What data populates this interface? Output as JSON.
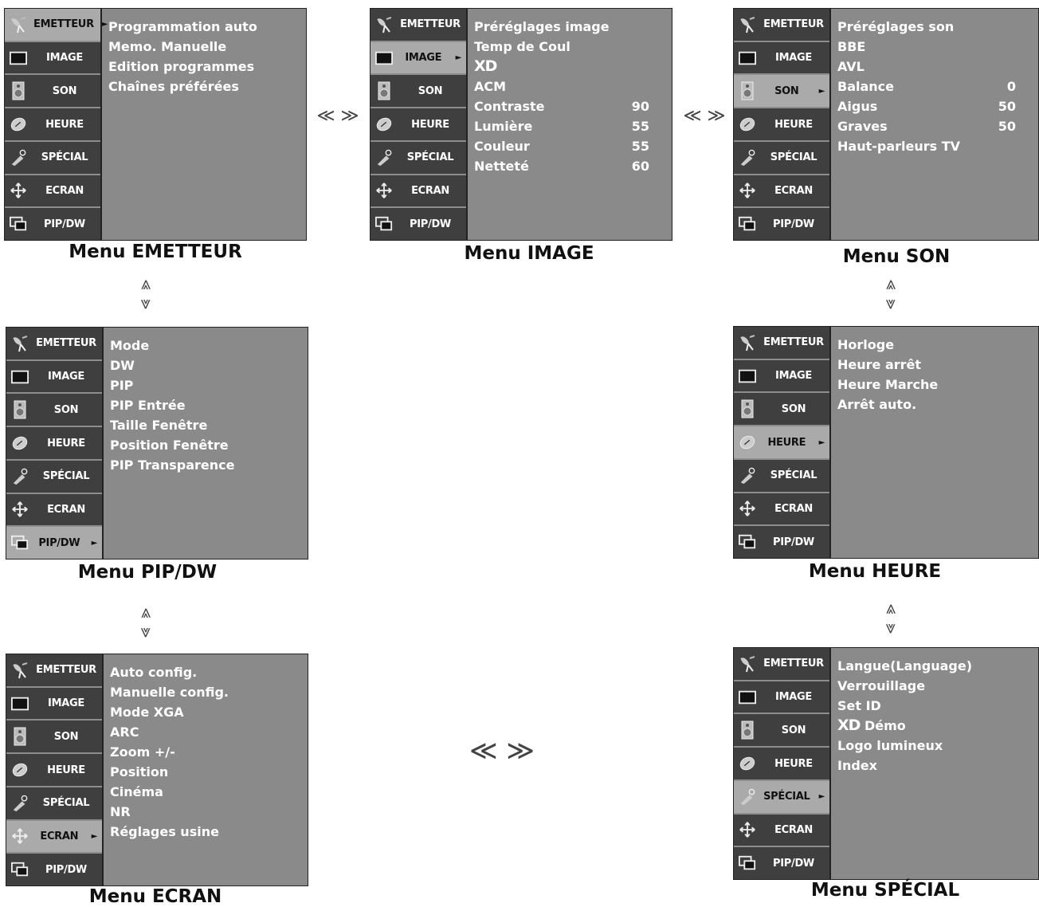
{
  "tab_labels": {
    "emetteur": "EMETTEUR",
    "image": "IMAGE",
    "son": "SON",
    "heure": "HEURE",
    "special": "SPÉCIAL",
    "ecran": "ECRAN",
    "pipdw": "PIP/DW"
  },
  "active_marker": "►",
  "menus": {
    "emetteur": {
      "caption": "Menu EMETTEUR",
      "items": [
        "Programmation auto",
        "Memo. Manuelle",
        "Edition programmes",
        "Chaînes préférées"
      ]
    },
    "image": {
      "caption": "Menu IMAGE",
      "items": [
        {
          "name": "Préréglages image",
          "value": ""
        },
        {
          "name": "Temp de Coul",
          "value": ""
        },
        {
          "name": "XD",
          "value": ""
        },
        {
          "name": "ACM",
          "value": ""
        },
        {
          "name": "Contraste",
          "value": "90"
        },
        {
          "name": "Lumière",
          "value": "55"
        },
        {
          "name": "Couleur",
          "value": "55"
        },
        {
          "name": "Netteté",
          "value": "60"
        }
      ]
    },
    "son": {
      "caption": "Menu SON",
      "items": [
        {
          "name": "Préréglages son",
          "value": ""
        },
        {
          "name": "BBE",
          "value": ""
        },
        {
          "name": "AVL",
          "value": ""
        },
        {
          "name": "Balance",
          "value": "0"
        },
        {
          "name": "Aigus",
          "value": "50"
        },
        {
          "name": "Graves",
          "value": "50"
        },
        {
          "name": "Haut-parleurs TV",
          "value": ""
        }
      ]
    },
    "pipdw": {
      "caption": "Menu PIP/DW",
      "items": [
        "Mode",
        "DW",
        "PIP",
        "PIP Entrée",
        "Taille Fenêtre",
        "Position Fenêtre",
        "PIP Transparence"
      ]
    },
    "heure": {
      "caption": "Menu HEURE",
      "items": [
        "Horloge",
        "Heure arrêt",
        "Heure Marche",
        "Arrêt auto."
      ]
    },
    "ecran": {
      "caption": "Menu ECRAN",
      "items": [
        "Auto config.",
        "Manuelle config.",
        "Mode XGA",
        "ARC",
        "Zoom +/-",
        "Position",
        "Cinéma",
        "NR",
        "Réglages usine"
      ]
    },
    "special": {
      "caption": "Menu SPÉCIAL",
      "items": [
        "Langue(Language)",
        "Verrouillage",
        "Set ID",
        "XD Démo",
        "Logo lumineux",
        "Index"
      ]
    }
  },
  "nav_symbols": {
    "horizontal": "≪ ≫",
    "up": "⩓",
    "down": "⩔"
  }
}
